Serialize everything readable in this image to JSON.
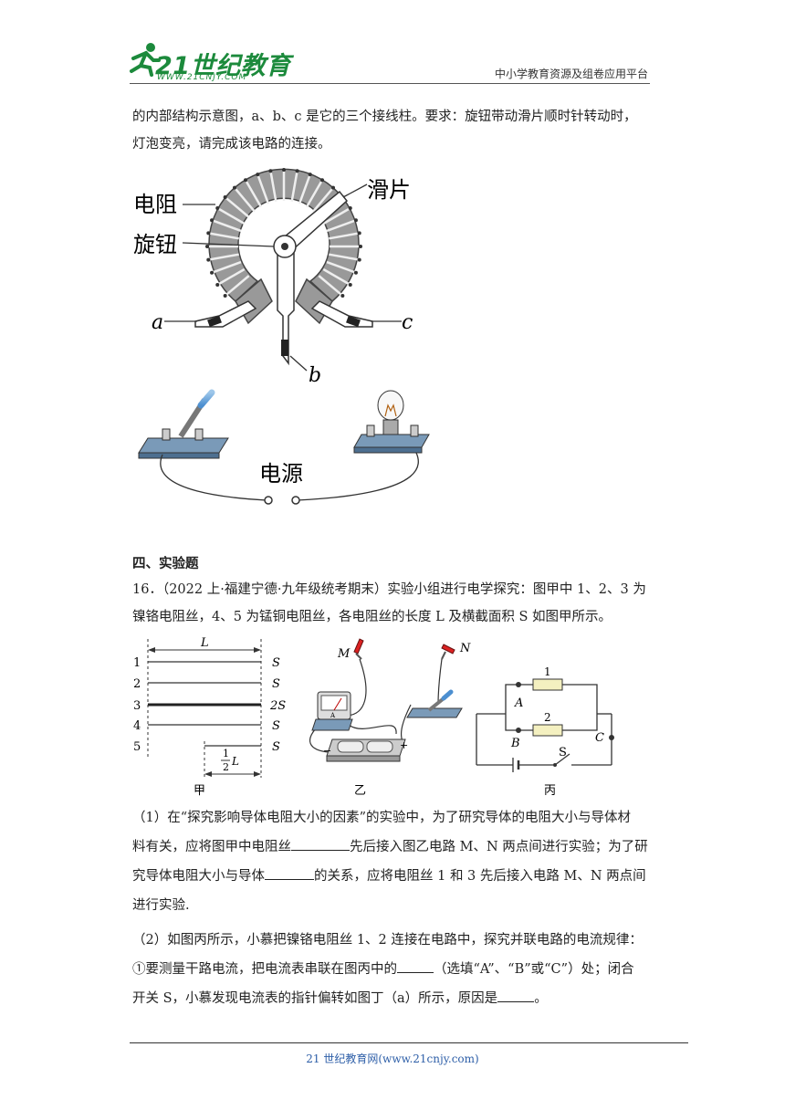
{
  "header": {
    "logo_text": "21世纪教育",
    "logo_url": "WWW.21CNJY.COM",
    "platform": "中小学教育资源及组卷应用平台"
  },
  "intro": {
    "line1": "的内部结构示意图，a、b、c 是它的三个接线柱。要求：旋钮带动滑片顺时针转动时，",
    "line2": "灯泡变亮，请完成该电路的连接。"
  },
  "figure1": {
    "label_resistor": "电阻",
    "label_slider": "滑片",
    "label_knob": "旋钮",
    "label_a": "a",
    "label_b": "b",
    "label_c": "c",
    "label_power": "电源"
  },
  "section_title": "四、实验题",
  "question16": {
    "line1": "16．（2022 上·福建宁德·九年级统考期末）实验小组进行电学探究：图甲中 1、2、3 为",
    "line2": "镍铬电阻丝，4、5 为锰铜电阻丝，各电阻丝的长度 L 及横截面积 S 如图甲所示。"
  },
  "fig_jia": {
    "length_label": "L",
    "wires": [
      {
        "num": "1",
        "area": "S"
      },
      {
        "num": "2",
        "area": "S"
      },
      {
        "num": "3",
        "area": "2S"
      },
      {
        "num": "4",
        "area": "S"
      },
      {
        "num": "5",
        "area": "S"
      }
    ],
    "half_num": "1",
    "half_den": "2",
    "half_L": "L",
    "caption": "甲"
  },
  "fig_yi": {
    "M": "M",
    "N": "N",
    "ammeter": "A",
    "minus": "−",
    "plus": "+",
    "caption": "乙"
  },
  "fig_bing": {
    "A": "A",
    "B": "B",
    "C": "C",
    "S": "S",
    "r1": "1",
    "r2": "2",
    "caption": "丙"
  },
  "part1": {
    "line1": "（1）在“探究影响导体电阻大小的因素”的实验中，为了研究导体的电阻大小与导体材",
    "line2a": "料有关，应将图甲中电阻丝",
    "line2b": "先后接入图乙电路 M、N 两点间进行实验；为了研",
    "line3a": "究导体电阻大小与导体",
    "line3b": "的关系，应将电阻丝 1 和 3 先后接入电路 M、N 两点间",
    "line4": "进行实验."
  },
  "part2": {
    "line1": "（2）如图丙所示，小慕把镍铬电阻丝 1、2 连接在电路中，探究并联电路的电流规律：",
    "line2a": "①要测量干路电流，把电流表串联在图丙中的",
    "line2b": "（选填“A”、“B”或“C”）处；闭合",
    "line3a": "开关 S，小慕发现电流表的指针偏转如图丁（a）所示，原因是",
    "line3b": "。"
  },
  "footer": "21 世纪教育网(www.21cnjy.com)"
}
